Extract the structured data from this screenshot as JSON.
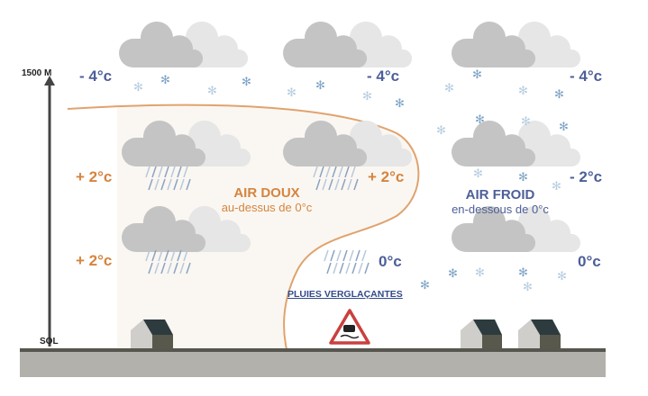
{
  "axis": {
    "top_label": "1500 M",
    "bottom_label": "SOL"
  },
  "temperatures": {
    "left_top": "- 4°c",
    "left_mid": "+ 2°c",
    "left_low": "+ 2°c",
    "center_top": "- 4°c",
    "center_mid": "+ 2°c",
    "center_low": "0°c",
    "right_top": "- 4°c",
    "right_mid": "- 2°c",
    "right_low": "0°c"
  },
  "zones": {
    "warm": {
      "title": "AIR DOUX",
      "subtitle": "au-dessus de 0°c"
    },
    "cold": {
      "title": "AIR FROID",
      "subtitle": "en-dessous de 0°c"
    }
  },
  "freezing_rain_label": "PLUIES VERGLAÇANTES",
  "icons": [
    "cloud-icon",
    "snowflake-icon",
    "rain-icon",
    "house-icon",
    "slippery-road-warning-icon"
  ],
  "colors": {
    "warm": "#d5843f",
    "cold": "#4d5f99",
    "ground": "#b2b1ab",
    "warm_fill": "#faf7f2"
  }
}
